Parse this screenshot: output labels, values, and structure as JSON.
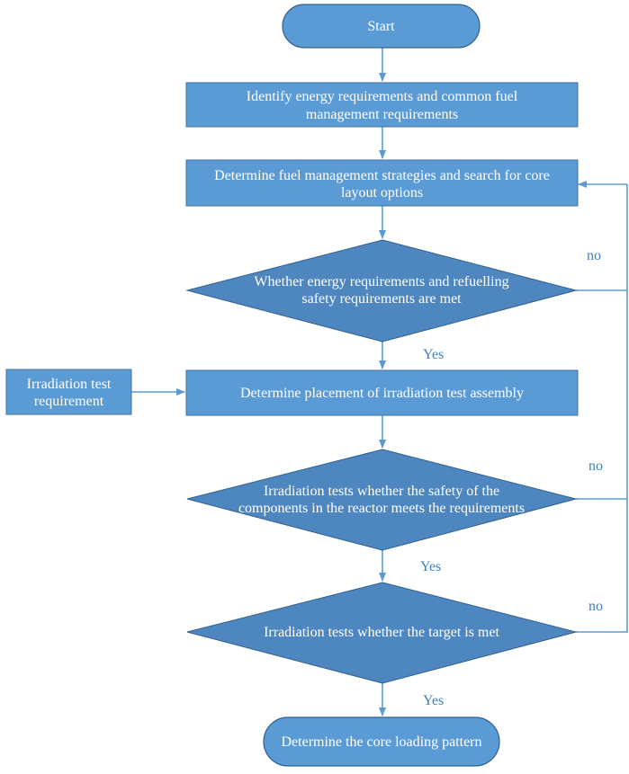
{
  "flowchart": {
    "start": "Start",
    "identify_line1": "Identify energy requirements and common fuel",
    "identify_line2": "management requirements",
    "strategy_line1": "Determine fuel management strategies and search for core",
    "strategy_line2": "layout options",
    "decision1_line1": "Whether energy requirements and refuelling",
    "decision1_line2": "safety requirements are met",
    "irradiation_req_line1": "Irradiation test",
    "irradiation_req_line2": "requirement",
    "placement": "Determine placement of irradiation test assembly",
    "decision2_line1": "Irradiation tests whether the safety of the",
    "decision2_line2": "components in the reactor meets the requirements",
    "decision3": "Irradiation tests whether the target is met",
    "end": "Determine the core loading pattern",
    "yes_label_1": "Yes",
    "yes_label_2": "Yes",
    "yes_label_3": "Yes",
    "no_label_1": "no",
    "no_label_2": "no",
    "no_label_3": "no"
  },
  "colors": {
    "box_fill": "#5b9bd5",
    "diamond_fill": "#4e87bf",
    "edge": "#5b9bd5",
    "label_text": "#3d7fc4"
  }
}
